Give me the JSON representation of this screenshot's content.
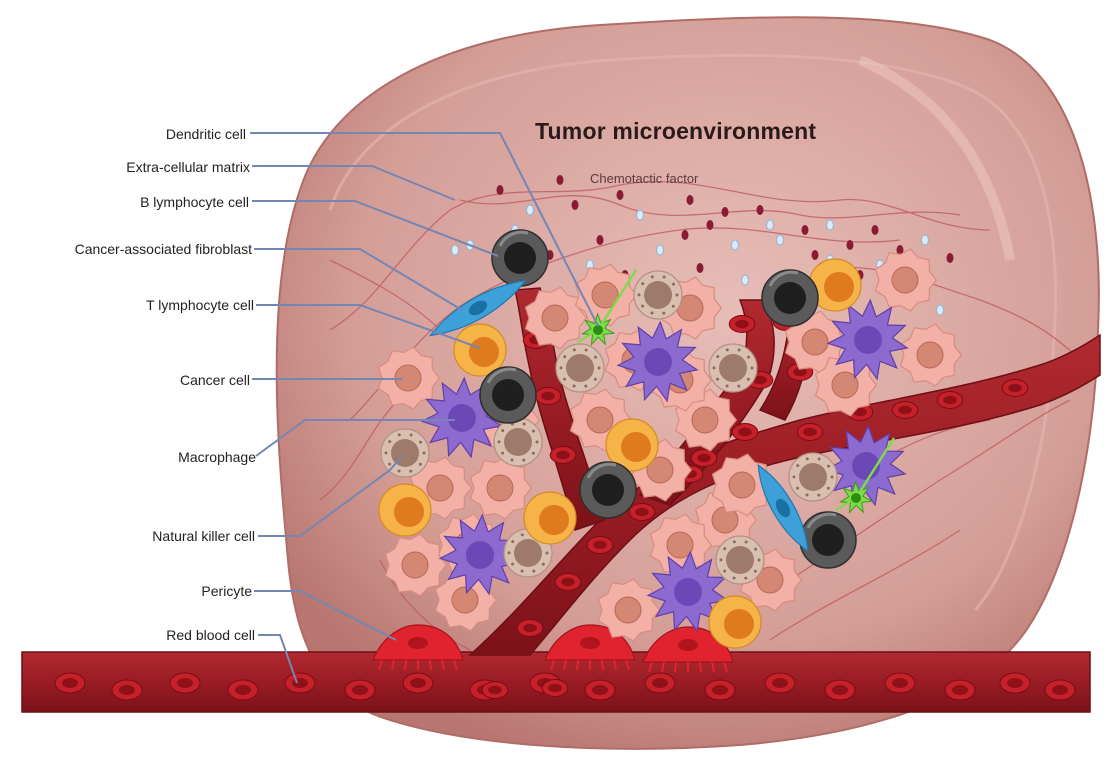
{
  "title": "Tumor microenvironment",
  "subtitle": "Chemotactic factor",
  "labels": [
    "Dendritic cell",
    "Extra-cellular matrix",
    "B lymphocyte cell",
    "Cancer-associated fibroblast",
    "T lymphocyte cell",
    "Cancer cell",
    "Macrophage",
    "Natural killer cell",
    "Pericyte",
    "Red blood cell"
  ],
  "colors": {
    "tumor": "#c98c86",
    "tumor_light": "#d9a7a1",
    "vessel": "#9c1a22",
    "cancer_cell": "#f2b0a6",
    "cancer_nucleus": "#d48773",
    "macrophage": "#8c6ad0",
    "t_cell": "#f0a23c",
    "b_cell": "#4a4a4a",
    "dendritic": "#7bdc4a",
    "fibroblast": "#3da0d8",
    "nk_cell": "#c9a08a",
    "leader": "#7486b3"
  }
}
